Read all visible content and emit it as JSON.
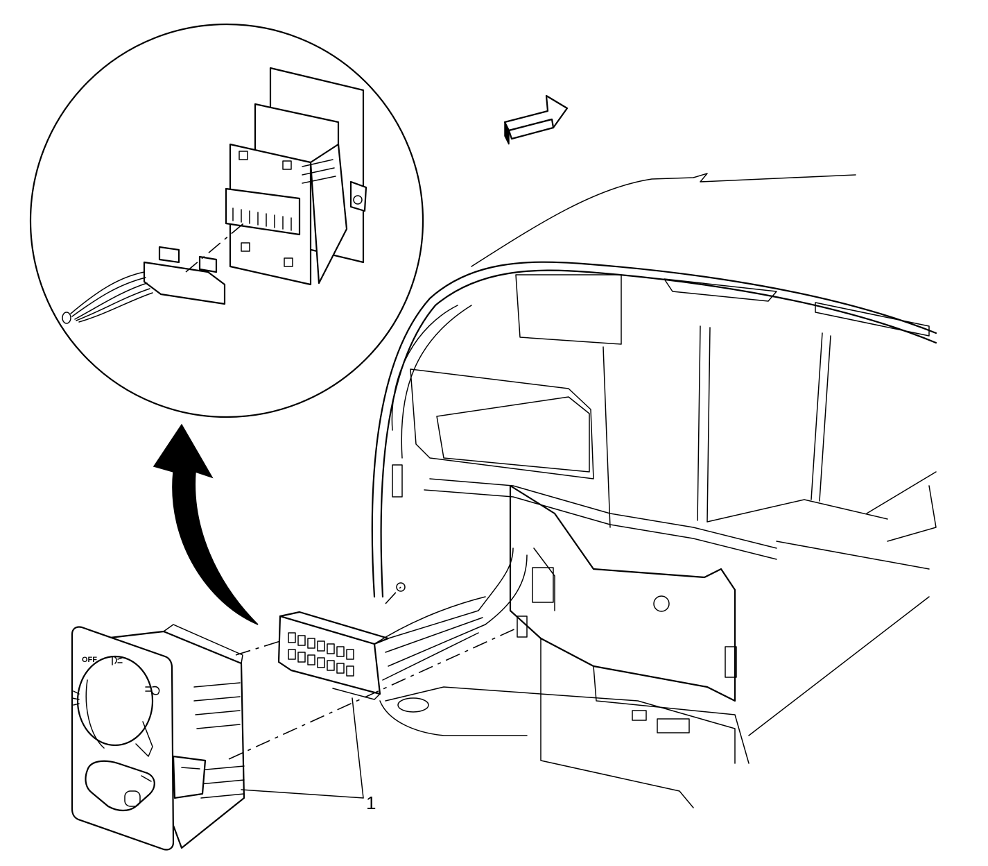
{
  "diagram": {
    "callouts": [
      {
        "id": "1",
        "label": "1"
      }
    ],
    "switch_face_labels": {
      "off": "OFF"
    },
    "icons": [
      "forward-direction-arrow",
      "detail-view-arrow",
      "parklamp-symbol",
      "headlamp-symbol",
      "dimmer-symbol"
    ]
  }
}
